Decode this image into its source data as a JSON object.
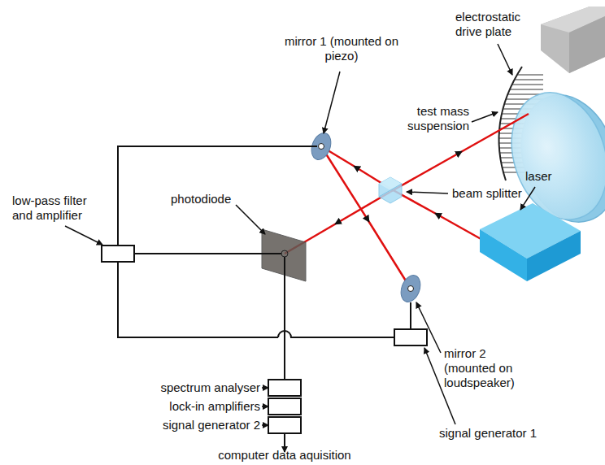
{
  "diagram": {
    "labels": [
      "mirror 1 (mounted on piezo)",
      "electrostatic drive plate",
      "test mass suspension",
      "low-pass filter and amplifier",
      "photodiode",
      "beam splitter",
      "laser",
      "mirror 2 (mounted on loudspeaker)",
      "spectrum analyser",
      "lock-in amplifiers",
      "signal generator 2",
      "signal generator 1",
      "computer data aquisition"
    ]
  }
}
